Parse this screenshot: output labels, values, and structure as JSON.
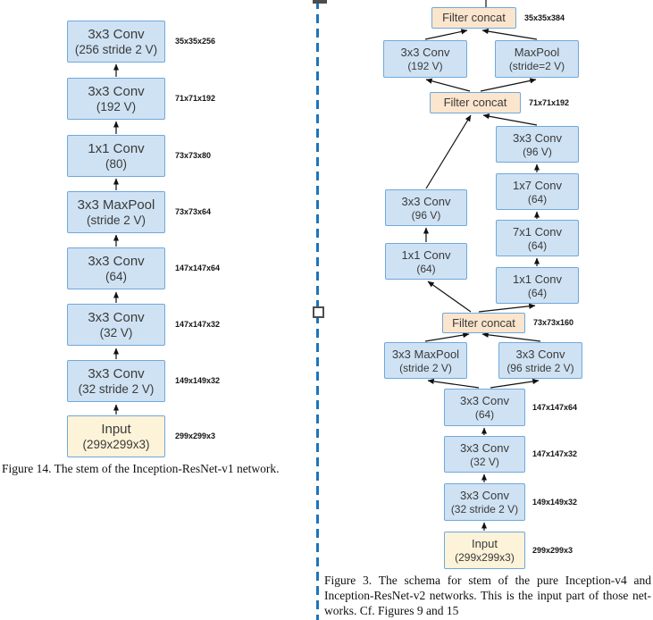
{
  "colors": {
    "box_fill_blue": "#cfe2f3",
    "box_border_blue": "#6fa8dc",
    "concat_fill": "#fce5cd",
    "input_fill": "#fcf3d9",
    "divider_blue": "#1b75bc",
    "arrow_black": "#111111"
  },
  "figure14": {
    "caption": "Figure 14. The stem of the Inception-ResNet-v1 network.",
    "nodes": [
      {
        "title": "3x3 Conv",
        "sub": "(256 stride 2 V)",
        "note": "35x35x256"
      },
      {
        "title": "3x3 Conv",
        "sub": "(192 V)",
        "note": "71x71x192"
      },
      {
        "title": "1x1 Conv",
        "sub": "(80)",
        "note": "73x73x80"
      },
      {
        "title": "3x3 MaxPool",
        "sub": "(stride 2 V)",
        "note": "73x73x64"
      },
      {
        "title": "3x3 Conv",
        "sub": "(64)",
        "note": "147x147x64"
      },
      {
        "title": "3x3 Conv",
        "sub": "(32 V)",
        "note": "147x147x32"
      },
      {
        "title": "3x3 Conv",
        "sub": "(32 stride 2 V)",
        "note": "149x149x32"
      },
      {
        "title": "Input",
        "sub": "(299x299x3)",
        "note": "299x299x3"
      }
    ]
  },
  "figure3": {
    "caption_lines": [
      "Figure 3. The schema for stem of the pure Inception-v4 and",
      "Inception-ResNet-v2 networks. This is the input part of those net-",
      "works. Cf. Figures 9 and 15"
    ],
    "nodes": {
      "concat_top": {
        "title": "Filter concat",
        "note": "35x35x384"
      },
      "conv192": {
        "title": "3x3 Conv",
        "sub": "(192 V)"
      },
      "maxpool_top": {
        "title": "MaxPool",
        "sub": "(stride=2 V)"
      },
      "concat_mid": {
        "title": "Filter concat",
        "note": "71x71x192"
      },
      "conv96_right": {
        "title": "3x3 Conv",
        "sub": "(96 V)"
      },
      "conv1x7": {
        "title": "1x7 Conv",
        "sub": "(64)"
      },
      "conv7x1": {
        "title": "7x1 Conv",
        "sub": "(64)"
      },
      "conv1x1_right": {
        "title": "1x1 Conv",
        "sub": "(64)"
      },
      "conv96_left": {
        "title": "3x3 Conv",
        "sub": "(96 V)"
      },
      "conv1x1_left": {
        "title": "1x1 Conv",
        "sub": "(64)"
      },
      "concat_low": {
        "title": "Filter concat",
        "note": "73x73x160"
      },
      "maxpool_low": {
        "title": "3x3 MaxPool",
        "sub": "(stride 2 V)"
      },
      "conv96s2": {
        "title": "3x3 Conv",
        "sub": "(96 stride 2 V)"
      },
      "conv64": {
        "title": "3x3 Conv",
        "sub": "(64)",
        "note": "147x147x64"
      },
      "conv32v": {
        "title": "3x3 Conv",
        "sub": "(32 V)",
        "note": "147x147x32"
      },
      "conv32s2": {
        "title": "3x3 Conv",
        "sub": "(32 stride 2 V)",
        "note": "149x149x32"
      },
      "input": {
        "title": "Input",
        "sub": "(299x299x3)",
        "note": "299x299x3"
      }
    }
  }
}
